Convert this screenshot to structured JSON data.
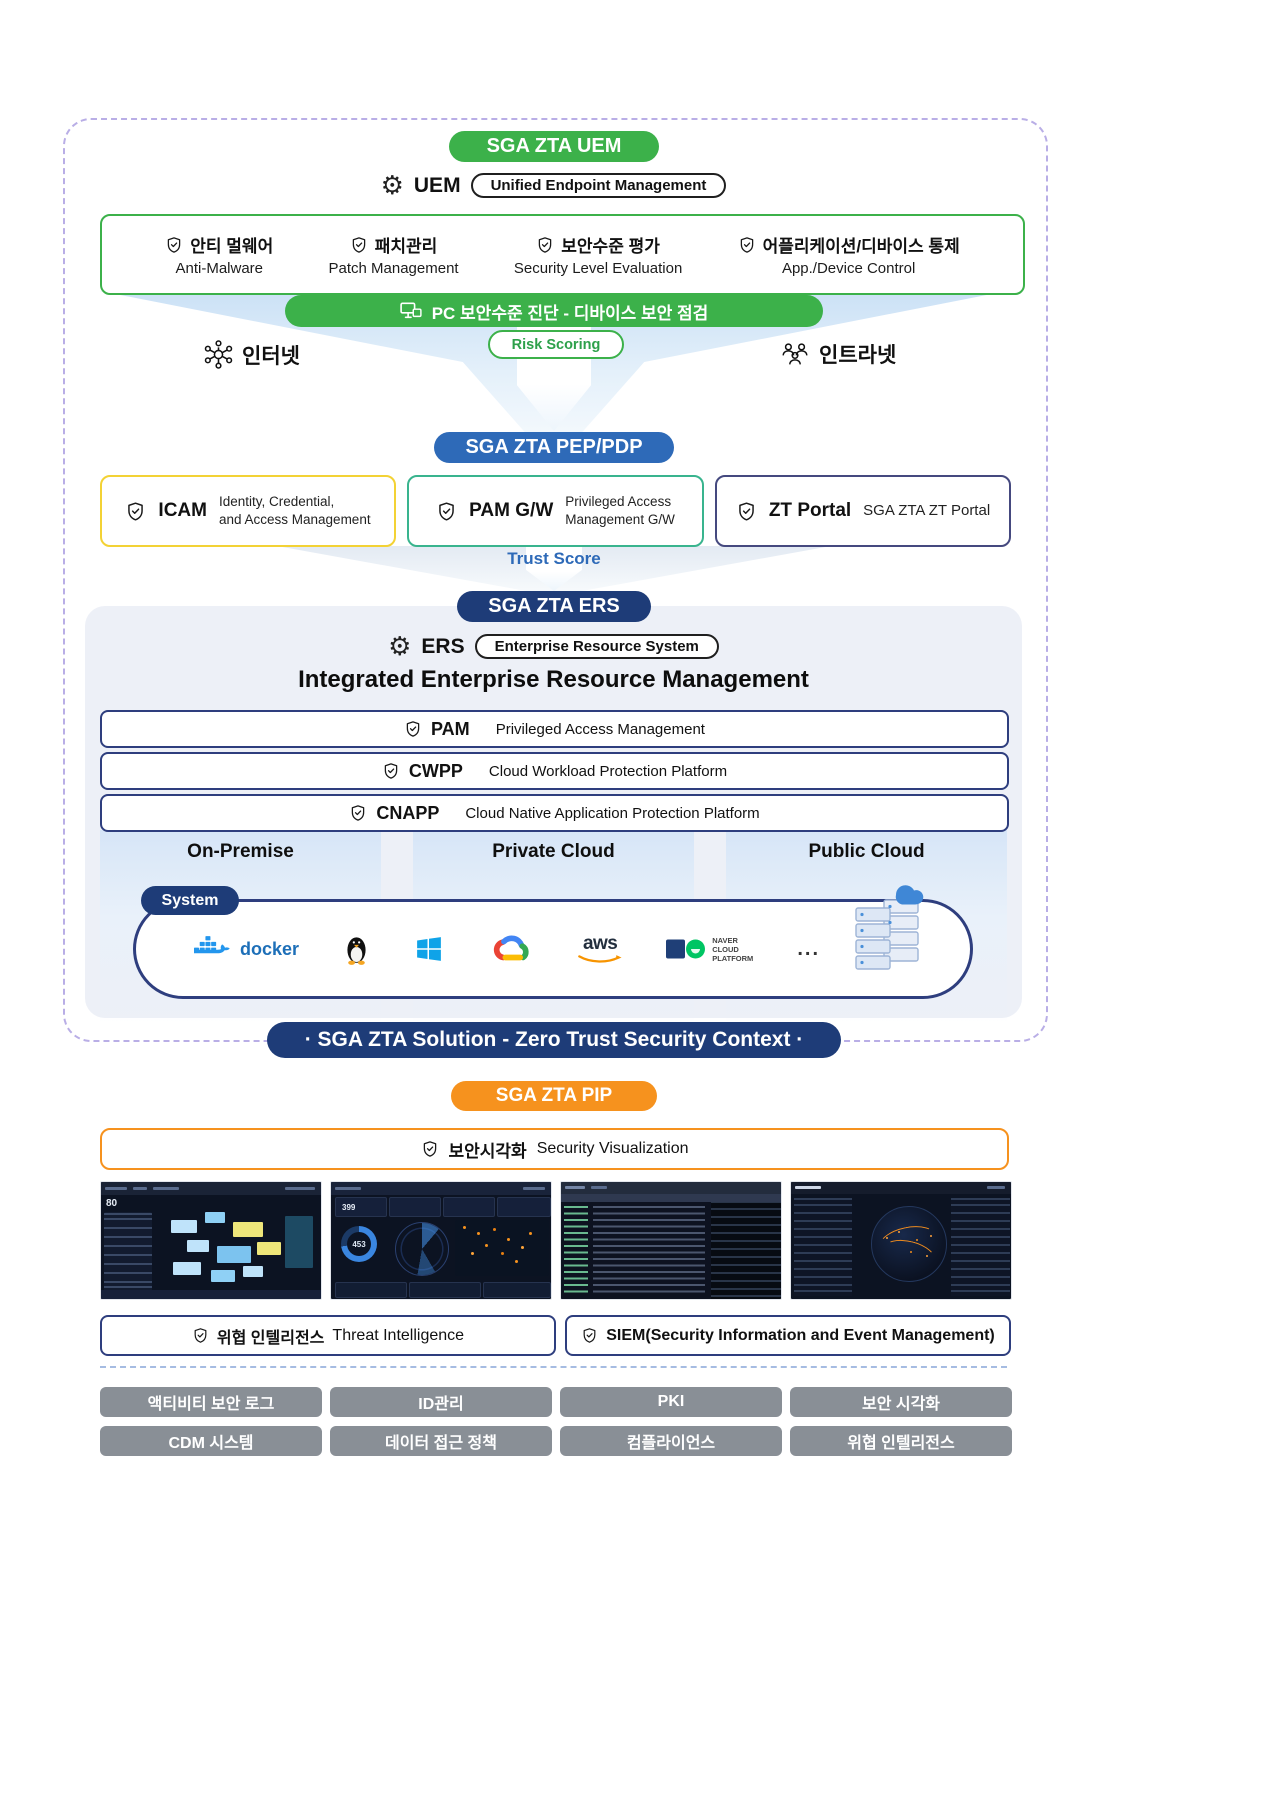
{
  "colors": {
    "green": "#3cb14a",
    "blue": "#2e6ab8",
    "navy": "#1e3c78",
    "orange": "#f6921e",
    "yellow": "#f3d235",
    "mint": "#39b48e",
    "portal_navy": "#45497f",
    "button_gray": "#898f96"
  },
  "uem": {
    "section_pill": "SGA ZTA UEM",
    "abbr": "UEM",
    "full_name": "Unified Endpoint Management",
    "features": [
      {
        "kr": "안티 멀웨어",
        "en": "Anti-Malware"
      },
      {
        "kr": "패치관리",
        "en": "Patch Management"
      },
      {
        "kr": "보안수준 평가",
        "en": "Security Level Evaluation"
      },
      {
        "kr": "어플리케이션/디바이스 통제",
        "en": "App./Device Control"
      }
    ],
    "pc_check_bar": "PC 보안수준 진단 - 디바이스 보안 점검",
    "risk_scoring": "Risk Scoring",
    "internet": "인터넷",
    "intranet": "인트라넷"
  },
  "pep_pdp": {
    "section_pill": "SGA ZTA PEP/PDP",
    "icam": {
      "name": "ICAM",
      "desc_line1": "Identity, Credential,",
      "desc_line2": "and Access Management"
    },
    "pam_gw": {
      "name": "PAM G/W",
      "desc_line1": "Privileged Access",
      "desc_line2": "Management G/W"
    },
    "zt_portal": {
      "name": "ZT Portal",
      "desc": "SGA ZTA ZT Portal"
    },
    "trust_score": "Trust Score"
  },
  "ers": {
    "section_pill": "SGA ZTA ERS",
    "abbr": "ERS",
    "full_name": "Enterprise Resource System",
    "heading": "Integrated Enterprise Resource Management",
    "rows": [
      {
        "name": "PAM",
        "desc": "Privileged Access Management"
      },
      {
        "name": "CWPP",
        "desc": "Cloud Workload Protection Platform"
      },
      {
        "name": "CNAPP",
        "desc": "Cloud Native Application Protection Platform"
      }
    ],
    "environments": [
      "On-Premise",
      "Private Cloud",
      "Public Cloud"
    ],
    "system_label": "System",
    "logos": {
      "docker": "docker",
      "aws": "aws",
      "naver_line1": "NAVER",
      "naver_line2": "CLOUD",
      "naver_line3": "PLATFORM",
      "ellipsis": "..."
    }
  },
  "solution_banner": "· SGA ZTA Solution - Zero Trust Security Context ·",
  "pip": {
    "section_pill": "SGA ZTA PIP",
    "visualization_kr": "보안시각화",
    "visualization_en": "Security Visualization",
    "threat_kr": "위협 인텔리전스",
    "threat_en": "Threat Intelligence",
    "siem": "SIEM(Security Information and Event Management)",
    "dashboard_metrics": {
      "d1_value": "80",
      "d2_tile": "399",
      "d2_donut": "453"
    }
  },
  "footer_buttons": [
    "액티비티 보안 로그",
    "ID관리",
    "PKI",
    "보안 시각화",
    "CDM 시스템",
    "데이터 접근 정책",
    "컴플라이언스",
    "위협 인텔리전스"
  ]
}
